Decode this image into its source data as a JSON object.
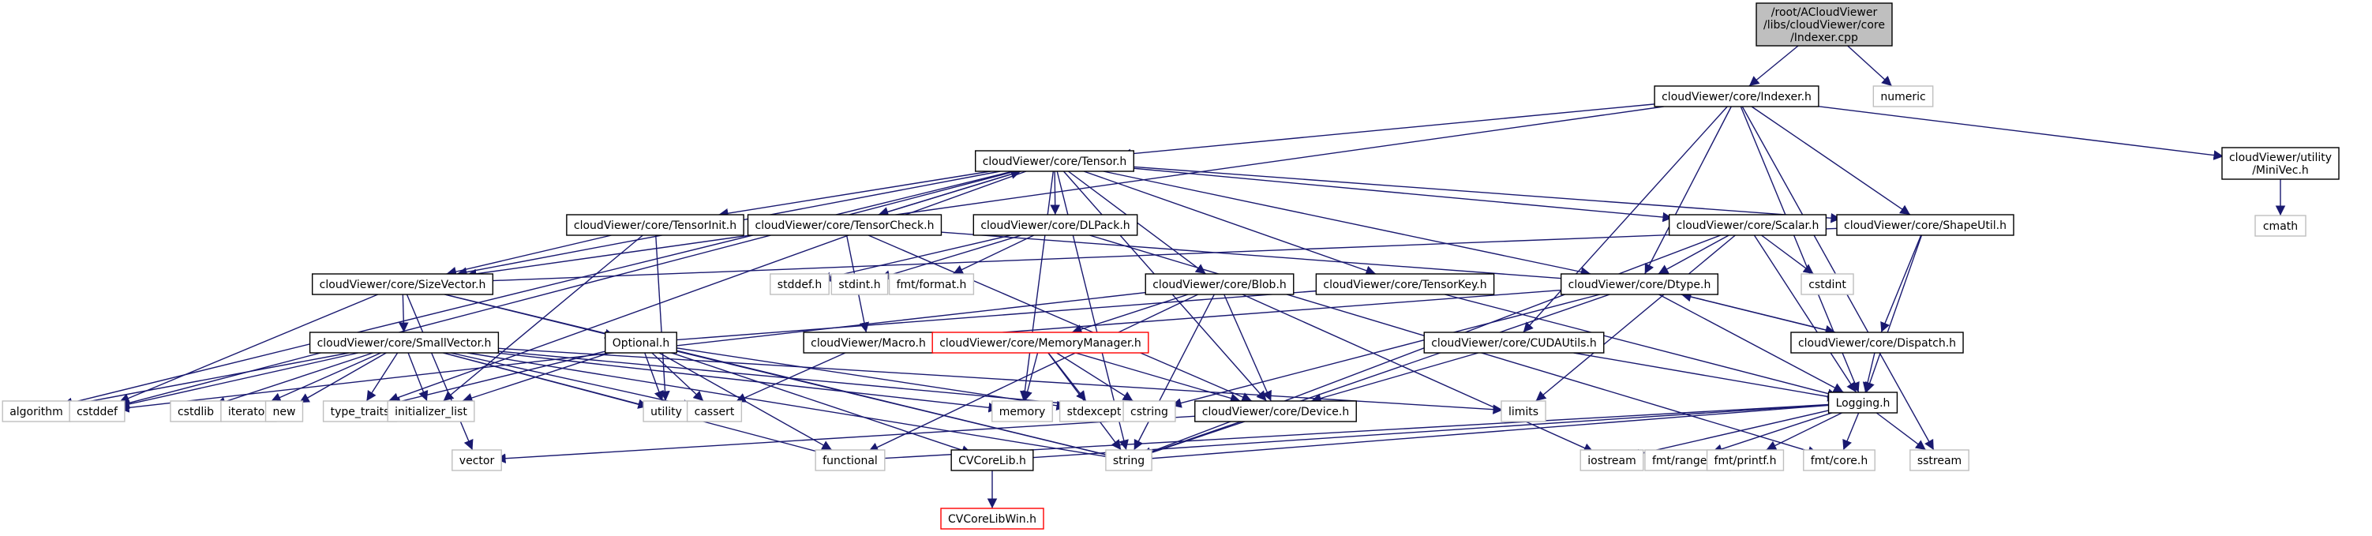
{
  "graph": {
    "title": "Include dependency graph for Indexer.cpp",
    "edge_color": "#191970",
    "nodes": [
      {
        "id": "root",
        "label": [
          "/root/ACloudViewer",
          "/libs/cloudViewer/core",
          "/Indexer.cpp"
        ],
        "kind": "root"
      },
      {
        "id": "indexer_h",
        "label": [
          "cloudViewer/core/Indexer.h"
        ],
        "kind": "local"
      },
      {
        "id": "numeric",
        "label": [
          "numeric"
        ],
        "kind": "sys"
      },
      {
        "id": "tensor_h",
        "label": [
          "cloudViewer/core/Tensor.h"
        ],
        "kind": "local"
      },
      {
        "id": "minivec_h",
        "label": [
          "cloudViewer/utility",
          "/MiniVec.h"
        ],
        "kind": "local"
      },
      {
        "id": "cmath",
        "label": [
          "cmath"
        ],
        "kind": "sys"
      },
      {
        "id": "tensorinit_h",
        "label": [
          "cloudViewer/core/TensorInit.h"
        ],
        "kind": "local"
      },
      {
        "id": "tensorcheck_h",
        "label": [
          "cloudViewer/core/TensorCheck.h"
        ],
        "kind": "local"
      },
      {
        "id": "dlpack_h",
        "label": [
          "cloudViewer/core/DLPack.h"
        ],
        "kind": "local"
      },
      {
        "id": "scalar_h",
        "label": [
          "cloudViewer/core/Scalar.h"
        ],
        "kind": "local"
      },
      {
        "id": "shapeutil_h",
        "label": [
          "cloudViewer/core/ShapeUtil.h"
        ],
        "kind": "local"
      },
      {
        "id": "sizevector_h",
        "label": [
          "cloudViewer/core/SizeVector.h"
        ],
        "kind": "local"
      },
      {
        "id": "stddef_h",
        "label": [
          "stddef.h"
        ],
        "kind": "sys"
      },
      {
        "id": "stdint_h",
        "label": [
          "stdint.h"
        ],
        "kind": "sys"
      },
      {
        "id": "fmt_format_h",
        "label": [
          "fmt/format.h"
        ],
        "kind": "sys"
      },
      {
        "id": "blob_h",
        "label": [
          "cloudViewer/core/Blob.h"
        ],
        "kind": "local"
      },
      {
        "id": "tensorkey_h",
        "label": [
          "cloudViewer/core/TensorKey.h"
        ],
        "kind": "local"
      },
      {
        "id": "dtype_h",
        "label": [
          "cloudViewer/core/Dtype.h"
        ],
        "kind": "local"
      },
      {
        "id": "cstdint",
        "label": [
          "cstdint"
        ],
        "kind": "sys"
      },
      {
        "id": "smallvector_h",
        "label": [
          "cloudViewer/core/SmallVector.h"
        ],
        "kind": "local"
      },
      {
        "id": "optional_h",
        "label": [
          "Optional.h"
        ],
        "kind": "local"
      },
      {
        "id": "macro_h",
        "label": [
          "cloudViewer/Macro.h"
        ],
        "kind": "local"
      },
      {
        "id": "memorymanager_h",
        "label": [
          "cloudViewer/core/MemoryManager.h"
        ],
        "kind": "missing"
      },
      {
        "id": "cudautils_h",
        "label": [
          "cloudViewer/core/CUDAUtils.h"
        ],
        "kind": "local"
      },
      {
        "id": "dispatch_h",
        "label": [
          "cloudViewer/core/Dispatch.h"
        ],
        "kind": "local"
      },
      {
        "id": "algorithm",
        "label": [
          "algorithm"
        ],
        "kind": "sys"
      },
      {
        "id": "cstddef",
        "label": [
          "cstddef"
        ],
        "kind": "sys"
      },
      {
        "id": "cstdlib",
        "label": [
          "cstdlib"
        ],
        "kind": "sys"
      },
      {
        "id": "iterator",
        "label": [
          "iterator"
        ],
        "kind": "sys"
      },
      {
        "id": "new",
        "label": [
          "new"
        ],
        "kind": "sys"
      },
      {
        "id": "type_traits",
        "label": [
          "type_traits"
        ],
        "kind": "sys"
      },
      {
        "id": "initializer_list",
        "label": [
          "initializer_list"
        ],
        "kind": "sys"
      },
      {
        "id": "utility",
        "label": [
          "utility"
        ],
        "kind": "sys"
      },
      {
        "id": "cassert",
        "label": [
          "cassert"
        ],
        "kind": "sys"
      },
      {
        "id": "memory",
        "label": [
          "memory"
        ],
        "kind": "sys"
      },
      {
        "id": "stdexcept",
        "label": [
          "stdexcept"
        ],
        "kind": "sys"
      },
      {
        "id": "cstring",
        "label": [
          "cstring"
        ],
        "kind": "sys"
      },
      {
        "id": "device_h",
        "label": [
          "cloudViewer/core/Device.h"
        ],
        "kind": "local"
      },
      {
        "id": "limits",
        "label": [
          "limits"
        ],
        "kind": "sys"
      },
      {
        "id": "logging_h",
        "label": [
          "Logging.h"
        ],
        "kind": "local"
      },
      {
        "id": "vector",
        "label": [
          "vector"
        ],
        "kind": "sys"
      },
      {
        "id": "functional",
        "label": [
          "functional"
        ],
        "kind": "sys"
      },
      {
        "id": "cvcorelib_h",
        "label": [
          "CVCoreLib.h"
        ],
        "kind": "local"
      },
      {
        "id": "string",
        "label": [
          "string"
        ],
        "kind": "sys"
      },
      {
        "id": "iostream",
        "label": [
          "iostream"
        ],
        "kind": "sys"
      },
      {
        "id": "fmt_ranges_h",
        "label": [
          "fmt/ranges.h"
        ],
        "kind": "sys"
      },
      {
        "id": "fmt_printf_h",
        "label": [
          "fmt/printf.h"
        ],
        "kind": "sys"
      },
      {
        "id": "fmt_core_h",
        "label": [
          "fmt/core.h"
        ],
        "kind": "sys"
      },
      {
        "id": "sstream",
        "label": [
          "sstream"
        ],
        "kind": "sys"
      },
      {
        "id": "cvcorelibwin_h",
        "label": [
          "CVCoreLibWin.h"
        ],
        "kind": "missing"
      }
    ],
    "edges": [
      [
        "root",
        "indexer_h"
      ],
      [
        "root",
        "numeric"
      ],
      [
        "indexer_h",
        "tensor_h"
      ],
      [
        "indexer_h",
        "minivec_h"
      ],
      [
        "indexer_h",
        "shapeutil_h"
      ],
      [
        "indexer_h",
        "dtype_h"
      ],
      [
        "indexer_h",
        "sizevector_h"
      ],
      [
        "indexer_h",
        "cudautils_h"
      ],
      [
        "indexer_h",
        "logging_h"
      ],
      [
        "indexer_h",
        "sstream"
      ],
      [
        "minivec_h",
        "cmath"
      ],
      [
        "tensor_h",
        "tensorinit_h"
      ],
      [
        "tensor_h",
        "tensorcheck_h"
      ],
      [
        "tensor_h",
        "dlpack_h"
      ],
      [
        "tensor_h",
        "scalar_h"
      ],
      [
        "tensor_h",
        "shapeutil_h"
      ],
      [
        "tensor_h",
        "sizevector_h"
      ],
      [
        "tensor_h",
        "blob_h"
      ],
      [
        "tensor_h",
        "tensorkey_h"
      ],
      [
        "tensor_h",
        "dtype_h"
      ],
      [
        "tensor_h",
        "algorithm"
      ],
      [
        "tensor_h",
        "cstddef"
      ],
      [
        "tensor_h",
        "type_traits"
      ],
      [
        "tensor_h",
        "memory"
      ],
      [
        "tensor_h",
        "string"
      ],
      [
        "tensor_h",
        "device_h"
      ],
      [
        "tensorinit_h",
        "sizevector_h"
      ],
      [
        "tensorinit_h",
        "initializer_list"
      ],
      [
        "tensorinit_h",
        "utility"
      ],
      [
        "tensorcheck_h",
        "tensor_h"
      ],
      [
        "tensorcheck_h",
        "macro_h"
      ],
      [
        "tensorcheck_h",
        "device_h"
      ],
      [
        "tensorcheck_h",
        "dtype_h"
      ],
      [
        "dlpack_h",
        "stddef_h"
      ],
      [
        "dlpack_h",
        "stdint_h"
      ],
      [
        "dlpack_h",
        "fmt_format_h"
      ],
      [
        "dlpack_h",
        "fmt_core_h"
      ],
      [
        "scalar_h",
        "cstdint"
      ],
      [
        "scalar_h",
        "dtype_h"
      ],
      [
        "scalar_h",
        "logging_h"
      ],
      [
        "scalar_h",
        "limits"
      ],
      [
        "scalar_h",
        "string"
      ],
      [
        "shapeutil_h",
        "sizevector_h"
      ],
      [
        "shapeutil_h",
        "dispatch_h"
      ],
      [
        "shapeutil_h",
        "logging_h"
      ],
      [
        "sizevector_h",
        "smallvector_h"
      ],
      [
        "sizevector_h",
        "optional_h"
      ],
      [
        "sizevector_h",
        "cstddef"
      ],
      [
        "sizevector_h",
        "vector"
      ],
      [
        "sizevector_h",
        "string"
      ],
      [
        "blob_h",
        "memorymanager_h"
      ],
      [
        "blob_h",
        "device_h"
      ],
      [
        "blob_h",
        "functional"
      ],
      [
        "blob_h",
        "string"
      ],
      [
        "blob_h",
        "iostream"
      ],
      [
        "blob_h",
        "cstddef"
      ],
      [
        "tensorkey_h",
        "optional_h"
      ],
      [
        "tensorkey_h",
        "logging_h"
      ],
      [
        "dtype_h",
        "macro_h"
      ],
      [
        "dtype_h",
        "dispatch_h"
      ],
      [
        "dtype_h",
        "logging_h"
      ],
      [
        "dtype_h",
        "string"
      ],
      [
        "dtype_h",
        "cstring"
      ],
      [
        "dispatch_h",
        "dtype_h"
      ],
      [
        "dispatch_h",
        "logging_h"
      ],
      [
        "smallvector_h",
        "algorithm"
      ],
      [
        "smallvector_h",
        "cstddef"
      ],
      [
        "smallvector_h",
        "cstdlib"
      ],
      [
        "smallvector_h",
        "iterator"
      ],
      [
        "smallvector_h",
        "new"
      ],
      [
        "smallvector_h",
        "type_traits"
      ],
      [
        "smallvector_h",
        "initializer_list"
      ],
      [
        "smallvector_h",
        "utility"
      ],
      [
        "smallvector_h",
        "cassert"
      ],
      [
        "smallvector_h",
        "memory"
      ],
      [
        "smallvector_h",
        "cstring"
      ],
      [
        "smallvector_h",
        "limits"
      ],
      [
        "smallvector_h",
        "functional"
      ],
      [
        "smallvector_h",
        "string"
      ],
      [
        "optional_h",
        "cassert"
      ],
      [
        "optional_h",
        "functional"
      ],
      [
        "optional_h",
        "initializer_list"
      ],
      [
        "optional_h",
        "stdexcept"
      ],
      [
        "optional_h",
        "string"
      ],
      [
        "optional_h",
        "type_traits"
      ],
      [
        "optional_h",
        "utility"
      ],
      [
        "optional_h",
        "cvcorelib_h"
      ],
      [
        "macro_h",
        "cassert"
      ],
      [
        "memorymanager_h",
        "memory"
      ],
      [
        "memorymanager_h",
        "stdexcept"
      ],
      [
        "memorymanager_h",
        "cstring"
      ],
      [
        "memorymanager_h",
        "device_h"
      ],
      [
        "memorymanager_h",
        "string"
      ],
      [
        "cudautils_h",
        "device_h"
      ],
      [
        "cudautils_h",
        "logging_h"
      ],
      [
        "device_h",
        "string"
      ],
      [
        "device_h",
        "vector"
      ],
      [
        "logging_h",
        "functional"
      ],
      [
        "logging_h",
        "cvcorelib_h"
      ],
      [
        "logging_h",
        "string"
      ],
      [
        "logging_h",
        "iostream"
      ],
      [
        "logging_h",
        "fmt_ranges_h"
      ],
      [
        "logging_h",
        "fmt_printf_h"
      ],
      [
        "logging_h",
        "fmt_core_h"
      ],
      [
        "logging_h",
        "sstream"
      ],
      [
        "cvcorelib_h",
        "cvcorelibwin_h"
      ]
    ]
  }
}
